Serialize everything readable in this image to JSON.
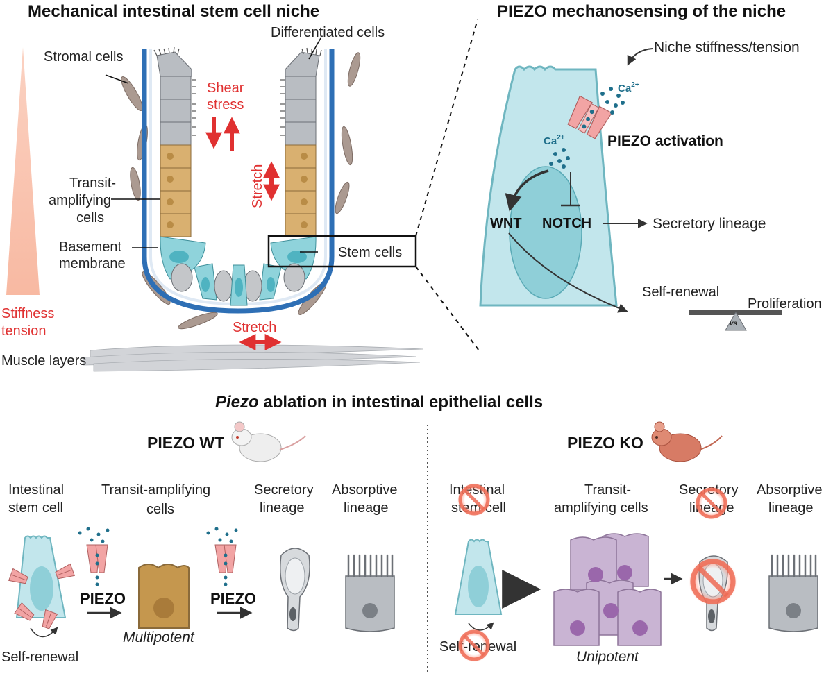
{
  "top_left": {
    "title": "Mechanical intestinal stem cell niche",
    "labels": {
      "stromal": "Stromal cells",
      "differentiated": "Differentiated cells",
      "shear_1": "Shear",
      "shear_2": "stress",
      "stretch_vertical": "Stretch",
      "transit_1": "Transit-",
      "transit_2": "amplifying",
      "transit_3": "cells",
      "basement_1": "Basement",
      "basement_2": "membrane",
      "stem": "Stem cells",
      "stretch_bottom": "Stretch",
      "stiffness_1": "Stiffness",
      "stiffness_2": "tension",
      "muscle": "Muscle layers"
    }
  },
  "top_right": {
    "title": "PIEZO mechanosensing of the niche",
    "labels": {
      "niche": "Niche stiffness/tension",
      "ca_top": "Ca",
      "ca_sup": "2+",
      "ca_left": "Ca",
      "piezo": "PIEZO activation",
      "wnt": "WNT",
      "notch": "NOTCH",
      "secretory": "Secretory lineage",
      "self_renewal": "Self-renewal",
      "proliferation": "Proliferation",
      "vs": "vs"
    }
  },
  "bottom": {
    "title_italic": "Piezo",
    "title_rest": " ablation in intestinal epithelial cells",
    "wt": {
      "title": "PIEZO WT",
      "stem_1": "Intestinal",
      "stem_2": "stem cell",
      "ta_1": "Transit-amplifying",
      "ta_2": "cells",
      "sec_1": "Secretory",
      "sec_2": "lineage",
      "abs_1": "Absorptive",
      "abs_2": "lineage",
      "piezo_1": "PIEZO",
      "piezo_2": "PIEZO",
      "multipotent": "Multipotent",
      "self_renewal": "Self-renewal"
    },
    "ko": {
      "title": "PIEZO KO",
      "stem_1": "Intestinal",
      "stem_2": "stem cell",
      "ta_1": "Transit-",
      "ta_2": "amplifying cells",
      "sec_1": "Secretory",
      "sec_2": "lineage",
      "abs_1": "Absorptive",
      "abs_2": "lineage",
      "unipotent": "Unipotent",
      "self_renewal": "Self-renewal"
    }
  },
  "colors": {
    "accent_red": "#e03131",
    "membrane_blue": "#2e6fb5",
    "stem_teal": "#8fd3db",
    "transit_tan": "#d9b070",
    "differentiated_gray": "#b9bdc2",
    "ko_purple": "#c9b4d3",
    "piezo_pink": "#f2a4a4"
  }
}
